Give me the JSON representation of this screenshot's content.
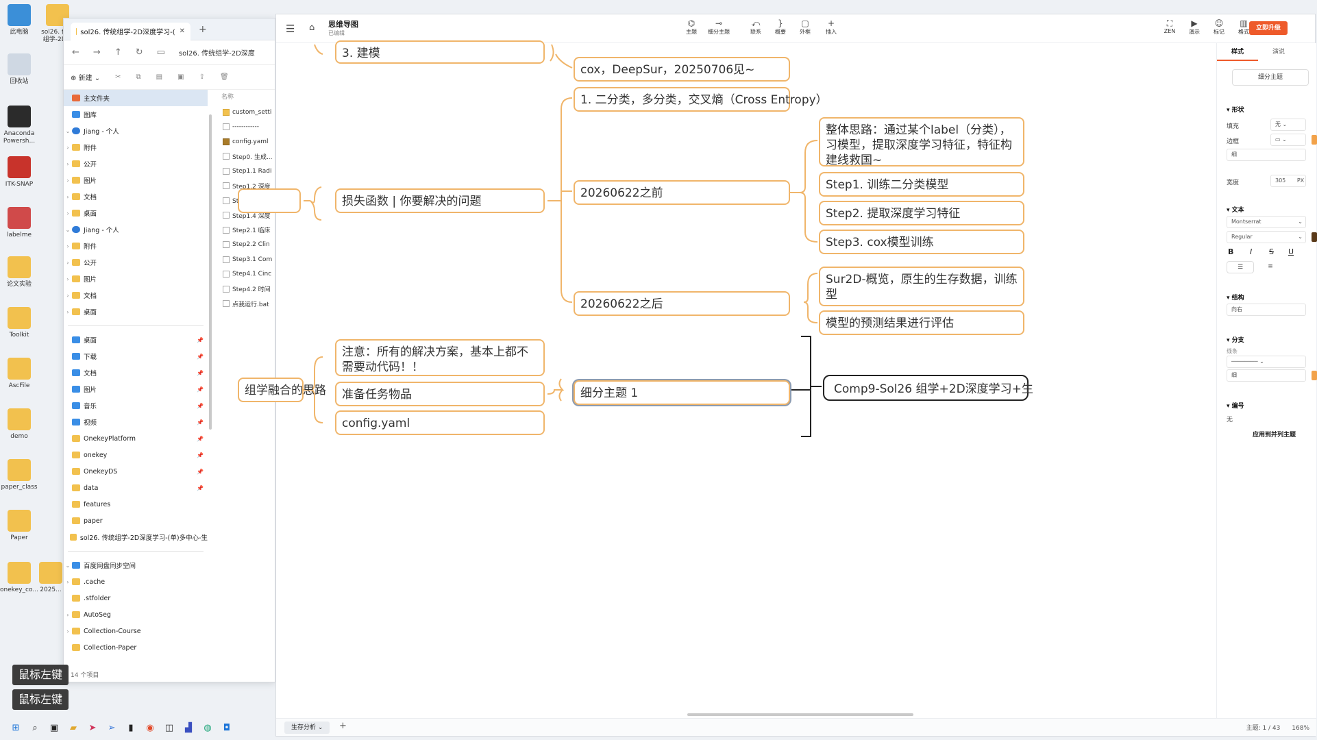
{
  "desktop": {
    "icons": [
      {
        "label": "此电脑",
        "color": "#3b8fd8"
      },
      {
        "label": "sol26. 传统组学-2D...",
        "color": "#f2c14e"
      },
      {
        "label": "回收站",
        "color": "#cfd8e3"
      },
      {
        "label": "Anaconda Powersh...",
        "color": "#2b2b2b"
      },
      {
        "label": "ITK-SNAP",
        "color": "#c8332b"
      },
      {
        "label": "labelme",
        "color": "#d04a4a"
      },
      {
        "label": "论文实验",
        "color": "#f2c14e"
      },
      {
        "label": "Toolkit",
        "color": "#f2c14e"
      },
      {
        "label": "AscFile",
        "color": "#f2c14e"
      },
      {
        "label": "demo",
        "color": "#f2c14e"
      },
      {
        "label": "paper_class",
        "color": "#f2c14e"
      },
      {
        "label": "Paper",
        "color": "#f2c14e"
      },
      {
        "label": "onekey_co...",
        "color": "#f2c14e"
      },
      {
        "label": "2025...",
        "color": "#f2c14e"
      }
    ]
  },
  "explorer": {
    "tab_title": "sol26. 传统组学-2D深度学习-(",
    "path": "sol26. 传统组学-2D深度",
    "new_label": "新建",
    "tree": [
      {
        "label": "主文件夹",
        "kind": "home",
        "selected": true
      },
      {
        "label": "图库",
        "kind": "blue"
      },
      {
        "label": "Jiang - 个人",
        "kind": "cloud",
        "chev": "⌄"
      },
      {
        "label": "附件",
        "kind": "folder",
        "chev": "›"
      },
      {
        "label": "公开",
        "kind": "folder",
        "chev": "›"
      },
      {
        "label": "图片",
        "kind": "folder",
        "chev": "›"
      },
      {
        "label": "文档",
        "kind": "folder",
        "chev": "›"
      },
      {
        "label": "桌面",
        "kind": "folder",
        "chev": "›"
      },
      {
        "label": "Jiang - 个人",
        "kind": "cloud",
        "chev": "⌄"
      },
      {
        "label": "附件",
        "kind": "folder",
        "chev": "›"
      },
      {
        "label": "公开",
        "kind": "folder",
        "chev": "›"
      },
      {
        "label": "图片",
        "kind": "folder",
        "chev": "›"
      },
      {
        "label": "文档",
        "kind": "folder",
        "chev": "›"
      },
      {
        "label": "桌面",
        "kind": "folder",
        "chev": "›"
      },
      {
        "sep": true
      },
      {
        "label": "桌面",
        "kind": "blue",
        "pin": true
      },
      {
        "label": "下载",
        "kind": "blue",
        "pin": true
      },
      {
        "label": "文档",
        "kind": "blue",
        "pin": true
      },
      {
        "label": "图片",
        "kind": "blue",
        "pin": true
      },
      {
        "label": "音乐",
        "kind": "blue",
        "pin": true
      },
      {
        "label": "视频",
        "kind": "blue",
        "pin": true
      },
      {
        "label": "OnekeyPlatform",
        "kind": "folder",
        "pin": true
      },
      {
        "label": "onekey",
        "kind": "folder",
        "pin": true
      },
      {
        "label": "OnekeyDS",
        "kind": "folder",
        "pin": true
      },
      {
        "label": "data",
        "kind": "folder",
        "pin": true
      },
      {
        "label": "features",
        "kind": "folder"
      },
      {
        "label": "paper",
        "kind": "folder"
      },
      {
        "label": "sol26. 传统组学-2D深度学习-(单)多中心-生",
        "kind": "folder"
      },
      {
        "sep": true
      },
      {
        "label": "百度网盘同步空间",
        "kind": "blue",
        "chev": "⌄"
      },
      {
        "label": ".cache",
        "kind": "folder",
        "chev": "›"
      },
      {
        "label": ".stfolder",
        "kind": "folder"
      },
      {
        "label": "AutoSeg",
        "kind": "folder",
        "chev": "›"
      },
      {
        "label": "Collection-Course",
        "kind": "folder",
        "chev": "›"
      },
      {
        "label": "Collection-Paper",
        "kind": "folder"
      }
    ],
    "files_header": "名称",
    "files": [
      {
        "label": "custom_setti",
        "kind": "fold"
      },
      {
        "label": "------------",
        "kind": "file"
      },
      {
        "label": "config.yaml",
        "kind": "yaml"
      },
      {
        "label": "Step0. 生成...",
        "kind": "file"
      },
      {
        "label": "Step1.1 Radi",
        "kind": "file"
      },
      {
        "label": "Step1.2 深度",
        "kind": "file"
      },
      {
        "label": "Step1.3 深度",
        "kind": "file"
      },
      {
        "label": "Step1.4 深度",
        "kind": "file"
      },
      {
        "label": "Step2.1 临床",
        "kind": "file"
      },
      {
        "label": "Step2.2 Clin",
        "kind": "file"
      },
      {
        "label": "Step3.1 Com",
        "kind": "file"
      },
      {
        "label": "Step4.1 Cinc",
        "kind": "file"
      },
      {
        "label": "Step4.2 时间",
        "kind": "file"
      },
      {
        "label": "点我运行.bat",
        "kind": "file"
      }
    ],
    "status": "14 个项目"
  },
  "tooltips": [
    "鼠标左键",
    "鼠标左键"
  ],
  "mindmap": {
    "title": "思维导图",
    "subtitle": "已编辑",
    "tools": [
      {
        "label": "主题",
        "icon": "⌬"
      },
      {
        "label": "细分主题",
        "icon": "⊸"
      },
      {
        "label": "联系",
        "icon": "⤺"
      },
      {
        "label": "概要",
        "icon": "}"
      },
      {
        "label": "外框",
        "icon": "▢"
      },
      {
        "label": "插入",
        "icon": "+"
      }
    ],
    "right_tools": [
      {
        "label": "ZEN",
        "icon": "⛶"
      },
      {
        "label": "演示",
        "icon": "▶"
      },
      {
        "label": "标记",
        "icon": "☺"
      },
      {
        "label": "格式",
        "icon": "▥"
      }
    ],
    "upgrade_label": "立即升级",
    "nodes": {
      "n_model": "3. 建模",
      "n_cox": "cox，DeepSur，20250706见~",
      "n_binary": "1. 二分类，多分类，交叉熵（Cross Entropy）",
      "n_loss": "损失函数 | 你要解决的问题",
      "n_before": "20260622之前",
      "n_idea": "整体思路：通过某个label（分类），习模型，提取深度学习特征，特征构建线救国~",
      "n_step1": "Step1. 训练二分类模型",
      "n_step2": "Step2. 提取深度学习特征",
      "n_step3": "Step3. cox模型训练",
      "n_after": "20260622之后",
      "n_sur2d": "Sur2D-概览，原生的生存数据，训练型",
      "n_eval": "模型的预测结果进行评估",
      "n_fusion": "组学融合的思路",
      "n_note": "注意：所有的解决方案，基本上都不需要动代码！！",
      "n_prep": "准备任务物品",
      "n_config": "config.yaml",
      "n_sub1": "细分主题 1",
      "n_root": "Comp9-Sol26 组学+2D深度学习+生"
    },
    "sheet_tab": "生存分析",
    "status": "主题: 1 / 43",
    "zoom": "168%"
  },
  "panel": {
    "tab_style": "样式",
    "tab_demo": "演说",
    "subtopic_btn": "细分主题",
    "sec_shape": "形状",
    "fill_label": "填充",
    "fill_value": "无",
    "border_label": "边框",
    "border_weight": "细",
    "width_label": "宽度",
    "width_value": "305",
    "width_unit": "PX",
    "sec_text": "文本",
    "font_name": "Montserrat",
    "font_weight": "Regular",
    "bold": "B",
    "italic": "I",
    "strike": "S",
    "underline": "U",
    "sec_structure": "结构",
    "structure_value": "向右",
    "sec_branch": "分支",
    "line_label": "线条",
    "branch_weight": "细",
    "sec_number": "编号",
    "number_value": "无",
    "apply_label": "应用到并列主题",
    "accent": "#ee5a2a",
    "swatch_color": "#f2a24a",
    "text_swatch": "#5a3a1a"
  }
}
